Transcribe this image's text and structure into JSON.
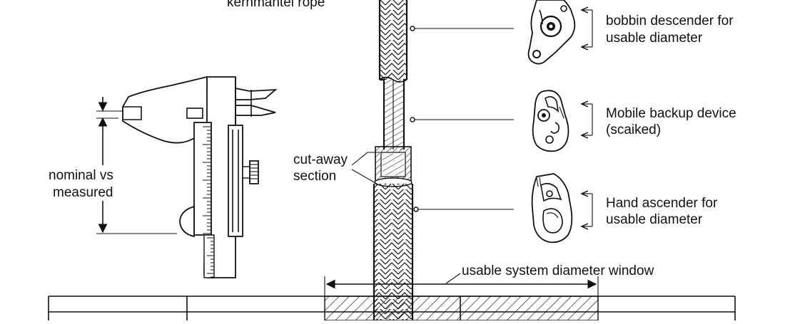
{
  "labels": {
    "rope_title": "kernmantel rope",
    "cutaway_line1": "cut-away",
    "cutaway_line2": "section",
    "nominal_line1": "nominal vs",
    "nominal_line2": "measured",
    "window": "usable system diameter window",
    "bobbin_line1": "bobbin descender for",
    "bobbin_line2": "usable diameter",
    "backup_line1": "Mobile backup device",
    "backup_line2": "(scaiked)",
    "ascender_line1": "Hand ascender for",
    "ascender_line2": "usable diameter"
  },
  "icons": {
    "caliper": "caliper-icon",
    "bobbin": "bobbin-descender-icon",
    "backup": "backup-device-icon",
    "ascender": "hand-ascender-icon"
  },
  "colors": {
    "ink": "#111111",
    "paper": "#ffffff"
  }
}
